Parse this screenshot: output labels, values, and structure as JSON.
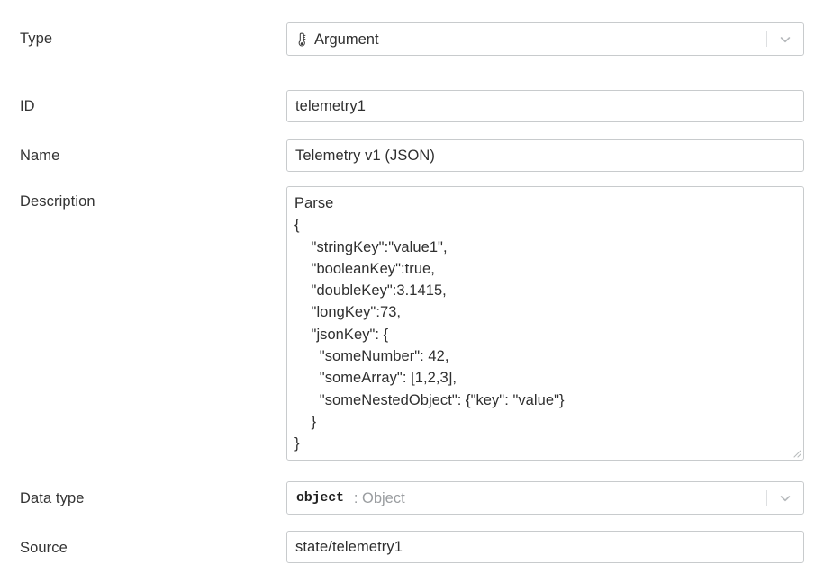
{
  "form": {
    "rows": [
      {
        "label": "Type",
        "control": "select",
        "icon": "thermometer-icon",
        "value": "Argument"
      },
      {
        "label": "ID",
        "control": "input",
        "value": "telemetry1"
      },
      {
        "label": "Name",
        "control": "input",
        "value": "Telemetry v1 (JSON)"
      },
      {
        "label": "Description",
        "control": "textarea",
        "value": "Parse\n{\n    \"stringKey\":\"value1\",\n    \"booleanKey\":true,\n    \"doubleKey\":3.1415,\n    \"longKey\":73,\n    \"jsonKey\": {\n      \"someNumber\": 42,\n      \"someArray\": [1,2,3],\n      \"someNestedObject\": {\"key\": \"value\"}\n    }\n}"
      },
      {
        "label": "Data type",
        "control": "select",
        "value_code": "object",
        "value_suffix": ": Object"
      },
      {
        "label": "Source",
        "control": "input",
        "value": "state/telemetry1"
      }
    ]
  },
  "icons": {
    "chevron_down": "chevron-down-icon",
    "thermometer": "thermometer-icon",
    "resize_grip": "resize-grip-icon"
  },
  "colors": {
    "background": "#ffffff",
    "border": "#c8cbcd",
    "label_text": "#333333",
    "value_text": "#2f2f2f",
    "muted_text": "#9a9da0",
    "divider": "#dddfe1"
  }
}
